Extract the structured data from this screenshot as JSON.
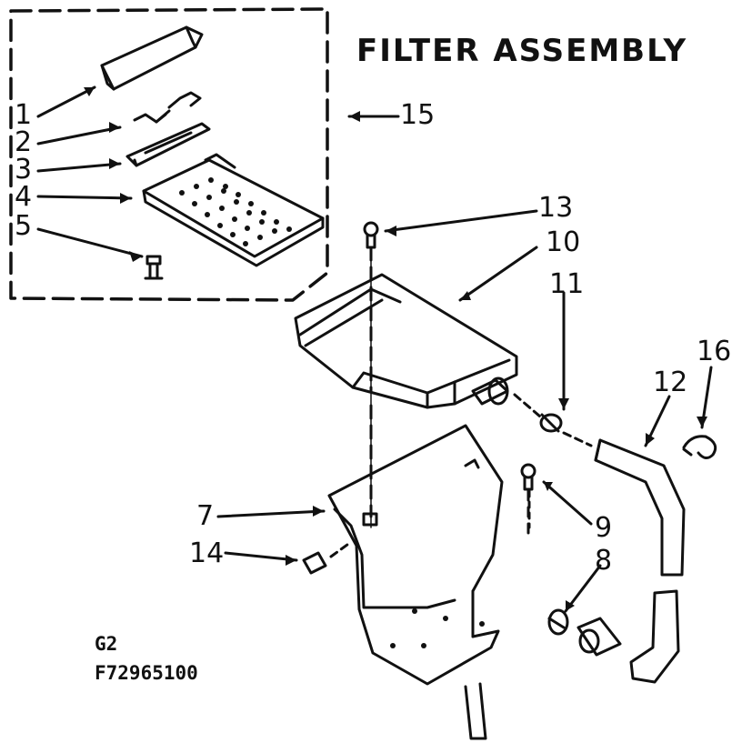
{
  "title": "FILTER ASSEMBLY",
  "callouts": {
    "n1": "1",
    "n2": "2",
    "n3": "3",
    "n4": "4",
    "n5": "5",
    "n7": "7",
    "n8": "8",
    "n9": "9",
    "n10": "10",
    "n11": "11",
    "n12": "12",
    "n13": "13",
    "n14": "14",
    "n15": "15",
    "n16": "16"
  },
  "footer": {
    "group": "G2",
    "part_code": "F72965100"
  }
}
